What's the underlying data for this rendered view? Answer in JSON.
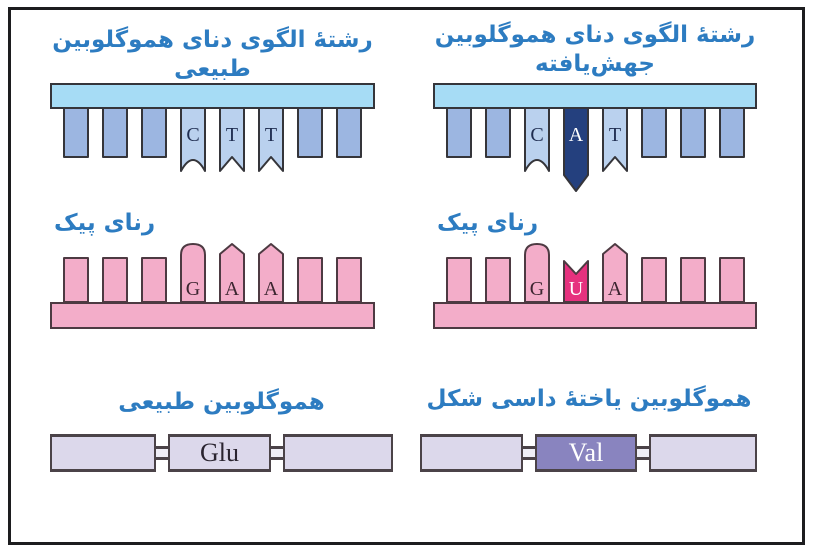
{
  "colors": {
    "heading": "#2d7cc1",
    "frame": "#1d1d1f",
    "outline_blue": "#35353a",
    "outline_pink": "#4d3a42",
    "dna_backbone": "#a6dcf5",
    "dna_tooth": "#9cb6e1",
    "dna_tooth_labeled": "#bad1ee",
    "dna_tooth_mutant": "#24407e",
    "dna_letter": "#1f2d50",
    "mrna_fill": "#f3adc9",
    "mrna_tooth_mutant": "#e6317e",
    "mrna_letter": "#3c2530",
    "protein_box": "#dcd8eb",
    "protein_box_mutant": "#8984bf",
    "protein_border": "#4b4348",
    "protein_connector": "#efeef6",
    "protein_letter": "#2a2430",
    "letter_on_dark": "#ffffff"
  },
  "panels": {
    "left": {
      "dna_heading": "رشتهٔ الگوی دنای هموگلوبین طبیعی",
      "dna_teeth": [
        {
          "shape": "plain"
        },
        {
          "shape": "plain"
        },
        {
          "shape": "plain"
        },
        {
          "shape": "notch_round",
          "letter": "C"
        },
        {
          "shape": "notch_v",
          "letter": "T"
        },
        {
          "shape": "notch_v",
          "letter": "T"
        },
        {
          "shape": "plain"
        },
        {
          "shape": "plain"
        }
      ],
      "mrna_label": "رنای پیک",
      "mrna_teeth": [
        {
          "shape": "plain"
        },
        {
          "shape": "plain"
        },
        {
          "shape": "plain"
        },
        {
          "shape": "dome",
          "letter": "G"
        },
        {
          "shape": "peak",
          "letter": "A"
        },
        {
          "shape": "peak",
          "letter": "A"
        },
        {
          "shape": "plain"
        },
        {
          "shape": "plain"
        }
      ],
      "protein_heading": "هموگلوبین طبیعی",
      "protein_boxes": [
        {
          "label": ""
        },
        {
          "label": "Glu",
          "mutant": false
        },
        {
          "label": ""
        }
      ]
    },
    "right": {
      "dna_heading": "رشتهٔ الگوی دنای هموگلوبین جهش‌یافته",
      "dna_teeth": [
        {
          "shape": "plain"
        },
        {
          "shape": "plain"
        },
        {
          "shape": "notch_round",
          "letter": "C"
        },
        {
          "shape": "point_down",
          "letter": "A",
          "mutant": true
        },
        {
          "shape": "notch_v",
          "letter": "T"
        },
        {
          "shape": "plain"
        },
        {
          "shape": "plain"
        },
        {
          "shape": "plain"
        }
      ],
      "mrna_label": "رنای پیک",
      "mrna_teeth": [
        {
          "shape": "plain"
        },
        {
          "shape": "plain"
        },
        {
          "shape": "dome",
          "letter": "G"
        },
        {
          "shape": "notch_v_top",
          "letter": "U",
          "mutant": true
        },
        {
          "shape": "peak",
          "letter": "A"
        },
        {
          "shape": "plain"
        },
        {
          "shape": "plain"
        },
        {
          "shape": "plain"
        }
      ],
      "protein_heading": "هموگلوبین یاختهٔ داسی شکل",
      "protein_boxes": [
        {
          "label": ""
        },
        {
          "label": "Val",
          "mutant": true
        },
        {
          "label": ""
        }
      ]
    }
  }
}
